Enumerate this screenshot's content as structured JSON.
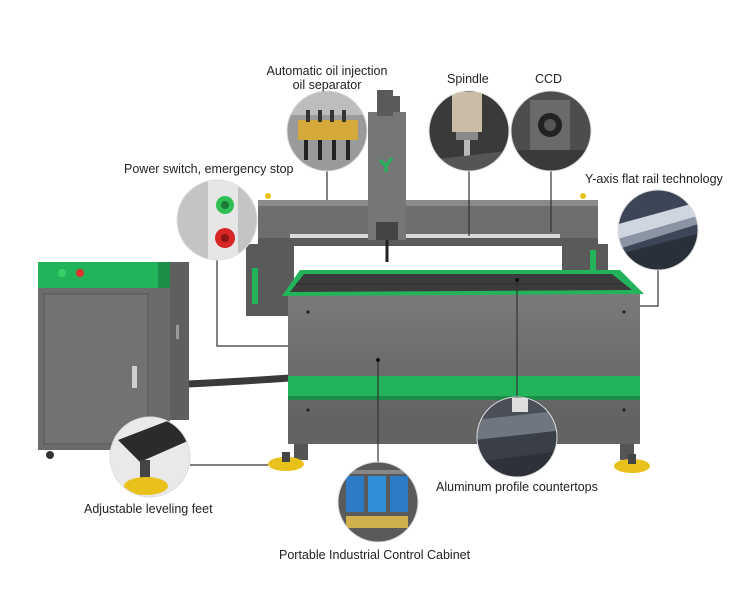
{
  "callouts": {
    "oil_injection": [
      "Automatic oil injection",
      "oil separator"
    ],
    "spindle": "Spindle",
    "ccd": "CCD",
    "power_switch": "Power switch, emergency stop",
    "y_axis_rail": "Y-axis flat rail technology",
    "leveling_feet": "Adjustable leveling feet",
    "aluminum_countertops": "Aluminum profile countertops",
    "control_cabinet": "Portable Industrial Control Cabinet"
  },
  "colors": {
    "machine_body": "#6e6e6e",
    "machine_dark": "#4a4a4a",
    "accent_green": "#21b35a",
    "foot_yellow": "#e8c21a",
    "leader_line": "#333333"
  }
}
